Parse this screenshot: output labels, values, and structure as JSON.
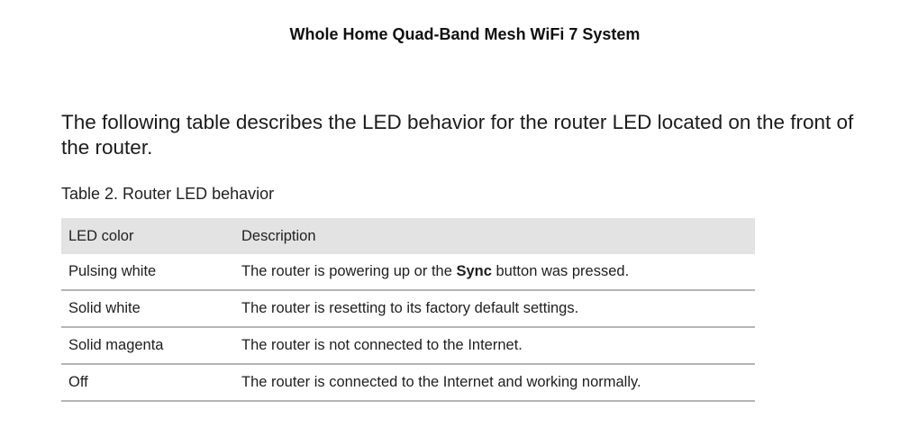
{
  "header": {
    "title": "Whole Home Quad-Band Mesh WiFi 7 System"
  },
  "intro": {
    "text": "The following table describes the LED behavior for the router LED located on the front of the router."
  },
  "table": {
    "caption": "Table 2. Router LED behavior",
    "columns": [
      "LED color",
      "Description"
    ],
    "rows": [
      {
        "color": "Pulsing white",
        "desc_before": "The router is powering up or the ",
        "desc_bold": "Sync",
        "desc_after": " button was pressed."
      },
      {
        "color": "Solid white",
        "description": "The router is resetting to its factory default settings."
      },
      {
        "color": "Solid magenta",
        "description": "The router is not connected to the Internet."
      },
      {
        "color": "Off",
        "description": "The router is connected to the Internet and working normally."
      }
    ]
  }
}
